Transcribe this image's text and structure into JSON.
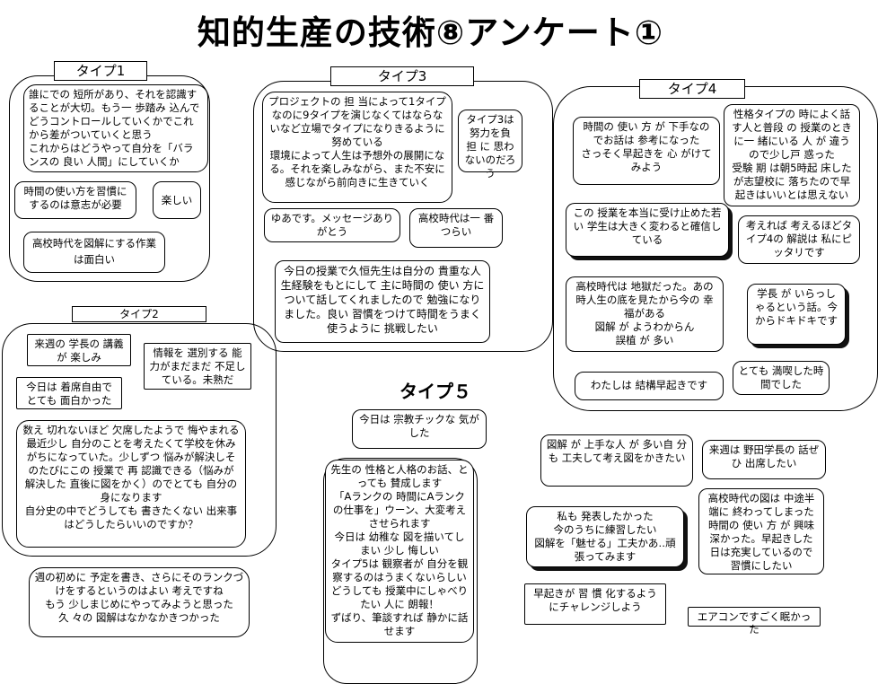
{
  "title": "知的生産の技術⑧アンケート①",
  "groups": {
    "type1": "タイプ1",
    "type2": "タイプ2",
    "type3": "タイプ3",
    "type4": "タイプ4",
    "type5": "タイプ５"
  },
  "notes": {
    "t1_a": "誰にでの 短所があり、それを認識することが大切。もう一 歩踏み 込んでどうコントロールしていくかでこれから差がついていくと思う\nこれからはどうやって自分を「バランスの 良い 人間」にしていくか",
    "t1_b": "時間の使い方を習慣にするのは意志が必要",
    "t1_c": "楽しい",
    "t1_d": "高校時代を図解にする作業は面白い",
    "t3_a": "プロジェクトの 担 当によって1タイプなのに9タイプを演じなくてはならないなど立場でタイプになりきるように努めている\n環境によって人生は予想外の展開になる。それを楽しみながら、また不安に感じながら前向きに生きていく",
    "t3_b": "タイプ3は 努力を負 担 に 思わないのだろう",
    "t3_c": "ゆあです。メッセージありがとう",
    "t3_d": "高校時代は一 番つらい",
    "t3_e": "今日の授業で久恒先生は自分の 貴重な人生経験をもとにして 主に時間の 使い 方について話してくれましたので 勉強になりました。良い 習慣をつけて時間をうまく使うように 挑戦したい",
    "t4_a": "時間の 使い 方 が 下手なのでお話は 参考になった\nさっそく早起きを 心 がけてみよう",
    "t4_b": "性格タイプの 時によく話す人と普段 の 授業のときに一 緒にいる 人 が 違うので少し戸 惑った\n受験 期 は朝5時起 床したが志望校に 落ちたので早起きはいいとは思えない",
    "t4_c": "この 授業を本当に受け止めた若い 学生は大きく変わると確信している",
    "t4_d": "考えれば 考えるほどタイプ4の 解説は 私にピッタリです",
    "t4_e": "高校時代は 地獄だった。あの時人生の底を見たから今の 幸福がある\n図解 が ようわからん\n誤植 が 多い",
    "t4_f": "学長 が いらっしゃるという話。今からドキドキです",
    "t4_g": "わたしは 結構早起きです",
    "t4_h": "とても 満喫した時間でした",
    "t2_a": "来週の 学長の 講義 が 楽しみ",
    "t2_b": "情報を 選別する 能力がまだまだ 不足している。未熟だ",
    "t2_c": "今日は 着席自由でとても 面白かった",
    "t2_d": "数え 切れないほど 欠席したようで 悔やまれる最近少し 自分のことを考えたくて学校を休みがちになっていた。少しずつ 悩みが解決しそのたびにこの 授業で 再 認識できる（悩みが 解決した 直後に図をかく）のでとても 自分の身になります\n自分史の中でどうしても 書きたくない 出来事はどうしたらいいのですか？",
    "t2_e": "週の初めに 予定を書き、さらにそのランクづけをするというのはよい 考えですね\nもう 少しまじめにやってみようと思った\n久 々の 図解はなかなかきつかった",
    "t5_a": "今日は 宗教チックな 気がした",
    "t5_b": "先生の 性格と人格のお話、とっても 賛成します\n「Aランクの 時間にAランクの仕事を」ウーン、大変考えさせられます\n今日は 幼稚な 図を描いてしまい 少し 悔しい\nタイプ5は 観察者が 自分を観察するのはうまくないらしいどうしても 授業中にしゃべりたい 人に 朗報！\nずばり、筆談すれば 静かに話せます",
    "m_a": "図解 が 上手な人 が 多い自 分 も 工夫して考え図をかきたい",
    "m_b": "来週は 野田学長の 話ぜひ 出席したい",
    "m_c": "私も 発表したかった\n今のうちに練習したい\n図解を「魅せる」工夫かあ‥頑張ってみます",
    "m_d": "高校時代の図は 中途半端に 終わってしまった時間の 使い 方 が 興味深かった。早起きした 日は充実しているので 習慣にしたい",
    "m_e": "早起きが 習 慣 化するようにチャレンジしよう",
    "m_f": "エアコンですごく眠かった"
  }
}
